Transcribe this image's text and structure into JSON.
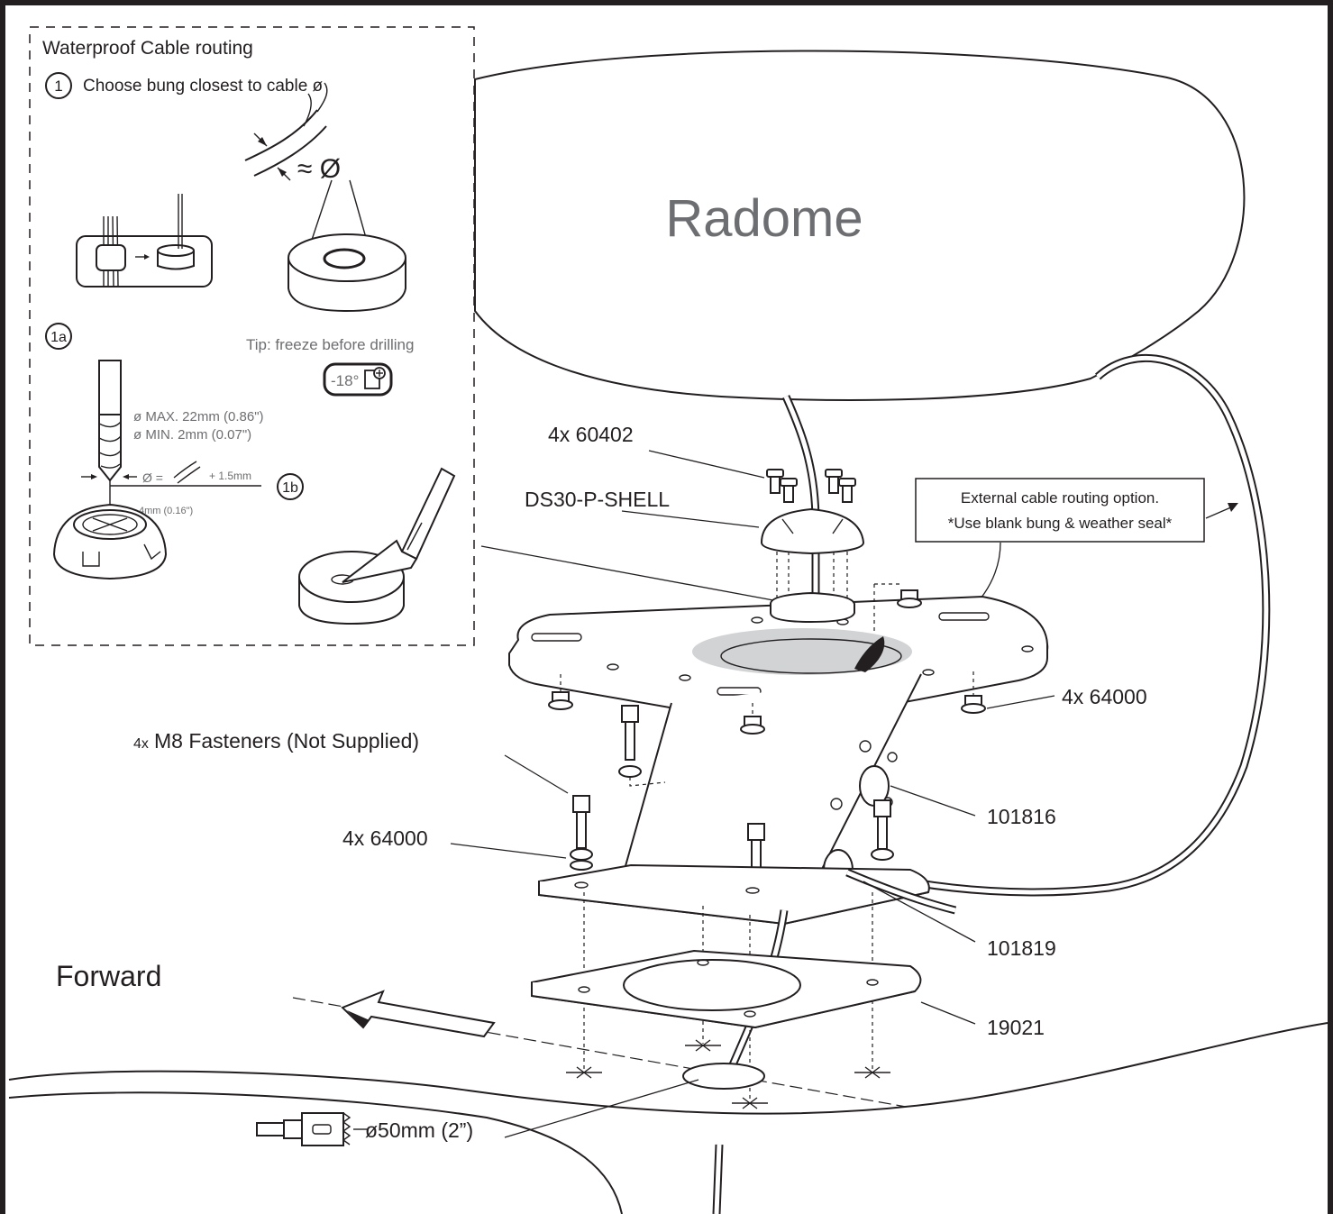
{
  "inset": {
    "title": "Waterproof Cable routing",
    "step1_number": "1",
    "step1_text": "Choose bung closest to cable ø",
    "approx_symbol": "≈ Ø",
    "step1a_label": "1a",
    "tip_text": "Tip: freeze before drilling",
    "freeze_temp": "-18°",
    "drill_max": "ø MAX. 22mm (0.86\")",
    "drill_min": "ø MIN. 2mm (0.07\")",
    "drill_formula": "Ø =",
    "drill_plus": "+ 1.5mm",
    "depth_note": "4mm (0.16\")",
    "step1b_label": "1b"
  },
  "labels": {
    "radome": "Radome",
    "screws": "4x  60402",
    "shell": "DS30-P-SHELL",
    "external_line1": "External cable routing option.",
    "external_line2": "*Use blank bung & weather seal*",
    "washers_right": "4x  64000",
    "fasteners_prefix": "4x",
    "fasteners_text": "M8 Fasteners (Not Supplied)",
    "part_101816": "101816",
    "washers_left": "4x  64000",
    "part_101819": "101819",
    "forward": "Forward",
    "part_19021": "19021",
    "hole_size": "ø50mm (2”)"
  },
  "colors": {
    "ink": "#231f20",
    "radome_text": "#6d6e71",
    "seal_fill": "#d1d3d4"
  }
}
